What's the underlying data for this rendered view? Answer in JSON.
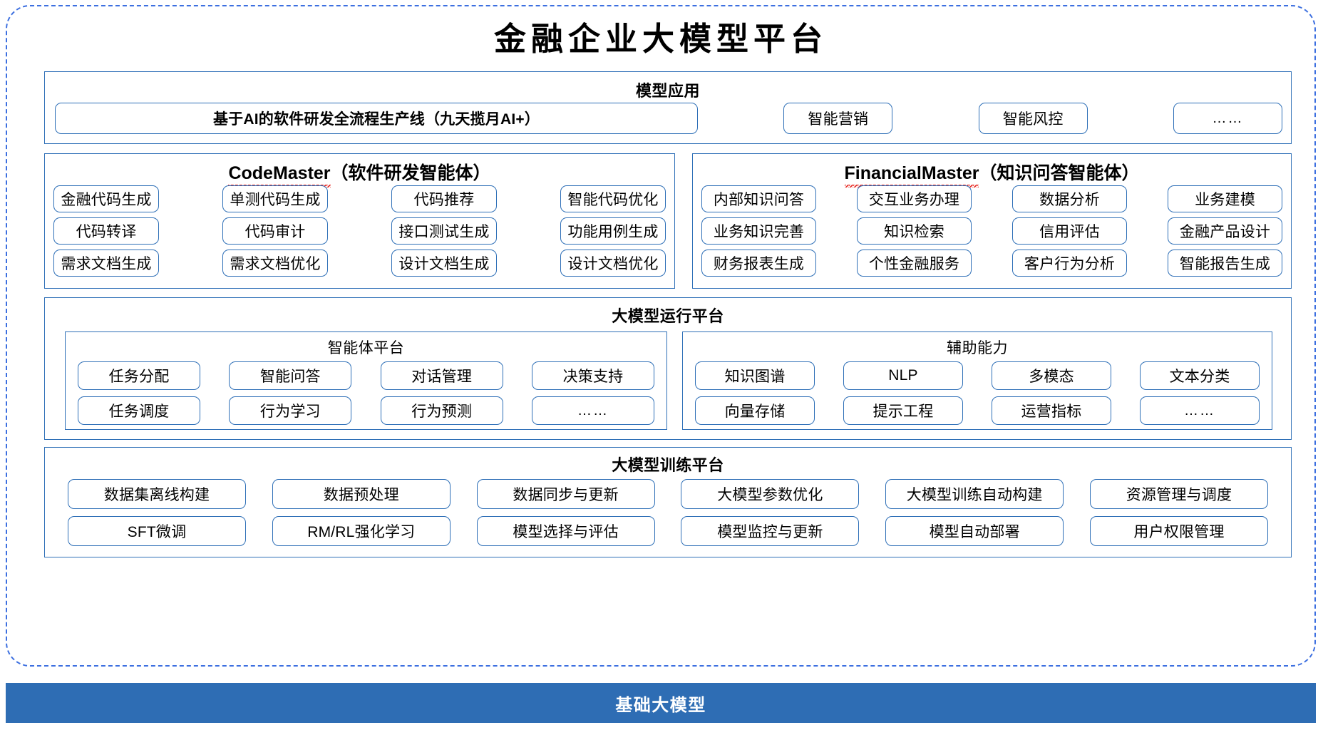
{
  "page": {
    "title": "金融企业大模型平台"
  },
  "model_application": {
    "title": "模型应用",
    "main_chip": "基于AI的软件研发全流程生产线（九天揽月AI+）",
    "chips": [
      "智能营销",
      "智能风控",
      "……"
    ]
  },
  "agents": {
    "code_master": {
      "name": "CodeMaster",
      "suffix": "（软件研发智能体）",
      "rows": [
        [
          "金融代码生成",
          "单测代码生成",
          "代码推荐",
          "智能代码优化"
        ],
        [
          "代码转译",
          "代码审计",
          "接口测试生成",
          "功能用例生成"
        ],
        [
          "需求文档生成",
          "需求文档优化",
          "设计文档生成",
          "设计文档优化"
        ]
      ]
    },
    "financial_master": {
      "name": "FinancialMaster",
      "suffix": "（知识问答智能体）",
      "rows": [
        [
          "内部知识问答",
          "交互业务办理",
          "数据分析",
          "业务建模"
        ],
        [
          "业务知识完善",
          "知识检索",
          "信用评估",
          "金融产品设计"
        ],
        [
          "财务报表生成",
          "个性金融服务",
          "客户行为分析",
          "智能报告生成"
        ]
      ]
    }
  },
  "runtime_platform": {
    "title": "大模型运行平台",
    "agent_platform": {
      "title": "智能体平台",
      "rows": [
        [
          "任务分配",
          "智能问答",
          "对话管理",
          "决策支持"
        ],
        [
          "任务调度",
          "行为学习",
          "行为预测",
          "……"
        ]
      ]
    },
    "auxiliary": {
      "title": "辅助能力",
      "rows": [
        [
          "知识图谱",
          "NLP",
          "多模态",
          "文本分类"
        ],
        [
          "向量存储",
          "提示工程",
          "运营指标",
          "……"
        ]
      ]
    }
  },
  "training_platform": {
    "title": "大模型训练平台",
    "rows": [
      [
        "数据集离线构建",
        "数据预处理",
        "数据同步与更新",
        "大模型参数优化",
        "大模型训练自动构建",
        "资源管理与调度"
      ],
      [
        "SFT微调",
        "RM/RL强化学习",
        "模型选择与评估",
        "模型监控与更新",
        "模型自动部署",
        "用户权限管理"
      ]
    ]
  },
  "base_layer": {
    "label": "基础大模型"
  },
  "colors": {
    "frame_border": "#3c6fe0",
    "panel_border": "#2e6fb7",
    "base_bar": "#2e6db4",
    "spellcheck": "#e8302a"
  }
}
